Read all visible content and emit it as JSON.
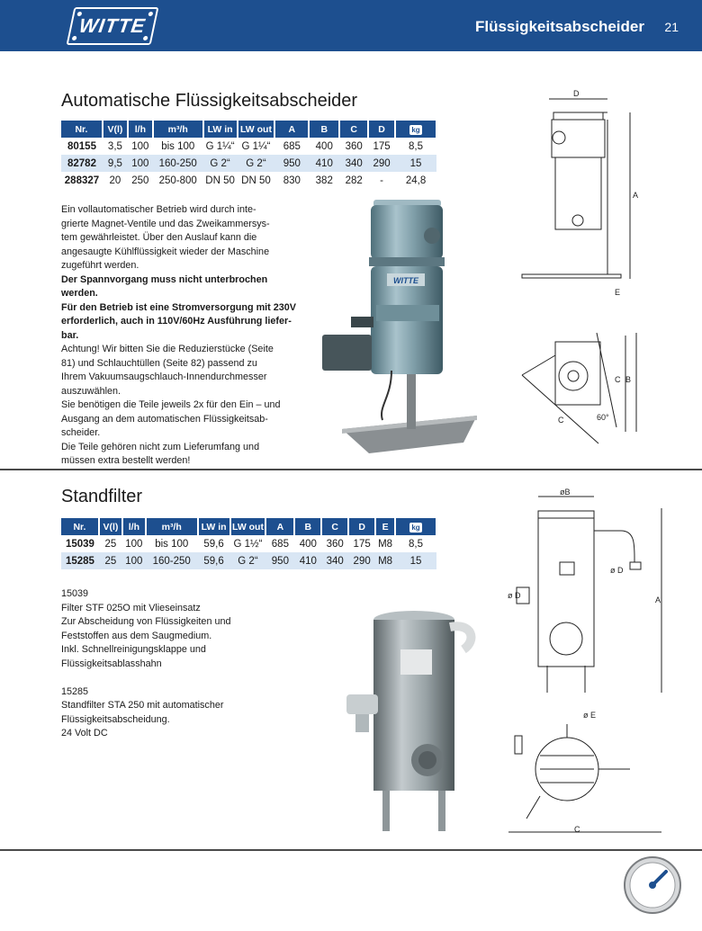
{
  "header": {
    "logo_text": "WITTE",
    "title": "Flüssigkeitsabscheider",
    "page_number": "21"
  },
  "section1": {
    "title": "Automatische Flüssigkeitsabscheider",
    "table": {
      "headers": [
        "Nr.",
        "V(l)",
        "l/h",
        "m³/h",
        "LW in",
        "LW out",
        "A",
        "B",
        "C",
        "D",
        "kg"
      ],
      "rows": [
        [
          "80155",
          "3,5",
          "100",
          "bis 100",
          "G 1¼“",
          "G 1¼“",
          "685",
          "400",
          "360",
          "175",
          "8,5"
        ],
        [
          "82782",
          "9,5",
          "100",
          "160-250",
          "G 2“",
          "G 2“",
          "950",
          "410",
          "340",
          "290",
          "15"
        ],
        [
          "288327",
          "20",
          "250",
          "250-800",
          "DN 50",
          "DN 50",
          "830",
          "382",
          "282",
          "-",
          "24,8"
        ]
      ]
    },
    "description": [
      {
        "text": "Ein vollautomatischer Betrieb wird durch inte-",
        "bold": false
      },
      {
        "text": "grierte Magnet-Ventile und das Zweikammersys-",
        "bold": false
      },
      {
        "text": "tem gewährleistet. Über den Auslauf kann die",
        "bold": false
      },
      {
        "text": "angesaugte Kühlflüssigkeit wieder der Maschine",
        "bold": false
      },
      {
        "text": "zugeführt werden.",
        "bold": false
      },
      {
        "text": "Der Spannvorgang muss nicht unterbrochen werden.",
        "bold": true
      },
      {
        "text": "Für den Betrieb ist eine Stromversorgung mit 230V",
        "bold": true
      },
      {
        "text": "erforderlich, auch in 110V/60Hz Ausführung liefer-",
        "bold": true
      },
      {
        "text": "bar.",
        "bold": true
      },
      {
        "text": "Achtung! Wir bitten Sie die Reduzierstücke (Seite",
        "bold": false
      },
      {
        "text": "81) und Schlauchtüllen (Seite 82) passend zu",
        "bold": false
      },
      {
        "text": "Ihrem Vakuumsaugschlauch-Innendurchmesser",
        "bold": false
      },
      {
        "text": "auszuwählen.",
        "bold": false
      },
      {
        "text": "Sie benötigen die Teile jeweils 2x für den Ein – und",
        "bold": false
      },
      {
        "text": "Ausgang an dem automatischen Flüssigkeitsab-",
        "bold": false
      },
      {
        "text": "scheider.",
        "bold": false
      },
      {
        "text": "Die Teile gehören nicht zum Lieferumfang und",
        "bold": false
      },
      {
        "text": "müssen extra bestellt werden!",
        "bold": false
      }
    ],
    "photo_label": "WITTE",
    "drawing_labels": {
      "d": "D",
      "a": "A",
      "e": "E",
      "b": "B",
      "c_side": "C",
      "c_diag": "C",
      "angle": "60°"
    }
  },
  "section2": {
    "title": "Standfilter",
    "table": {
      "headers": [
        "Nr.",
        "V(l)",
        "l/h",
        "m³/h",
        "LW in",
        "LW out",
        "A",
        "B",
        "C",
        "D",
        "E",
        "kg"
      ],
      "rows": [
        [
          "15039",
          "25",
          "100",
          "bis 100",
          "59,6",
          "G 1½“",
          "685",
          "400",
          "360",
          "175",
          "M8",
          "8,5"
        ],
        [
          "15285",
          "25",
          "100",
          "160-250",
          "59,6",
          "G 2“",
          "950",
          "410",
          "340",
          "290",
          "M8",
          "15"
        ]
      ]
    },
    "description": [
      "15039",
      "Filter STF 025O mit Vlieseinsatz",
      "Zur Abscheidung von Flüssigkeiten und",
      "Feststoffen aus dem Saugmedium.",
      "Inkl. Schnellreinigungsklappe und",
      "Flüssigkeitsablasshahn",
      "",
      "15285",
      "Standfilter STA 250 mit automatischer",
      "Flüssigkeitsabscheidung.",
      "24 Volt DC"
    ],
    "drawing_labels": {
      "b": "øB",
      "d": "ø D",
      "d_left": "ø D",
      "a": "A",
      "e": "ø E",
      "c": "C"
    }
  },
  "colors": {
    "brand_blue": "#1d4f8f",
    "row_alt": "#d9e6f4"
  }
}
